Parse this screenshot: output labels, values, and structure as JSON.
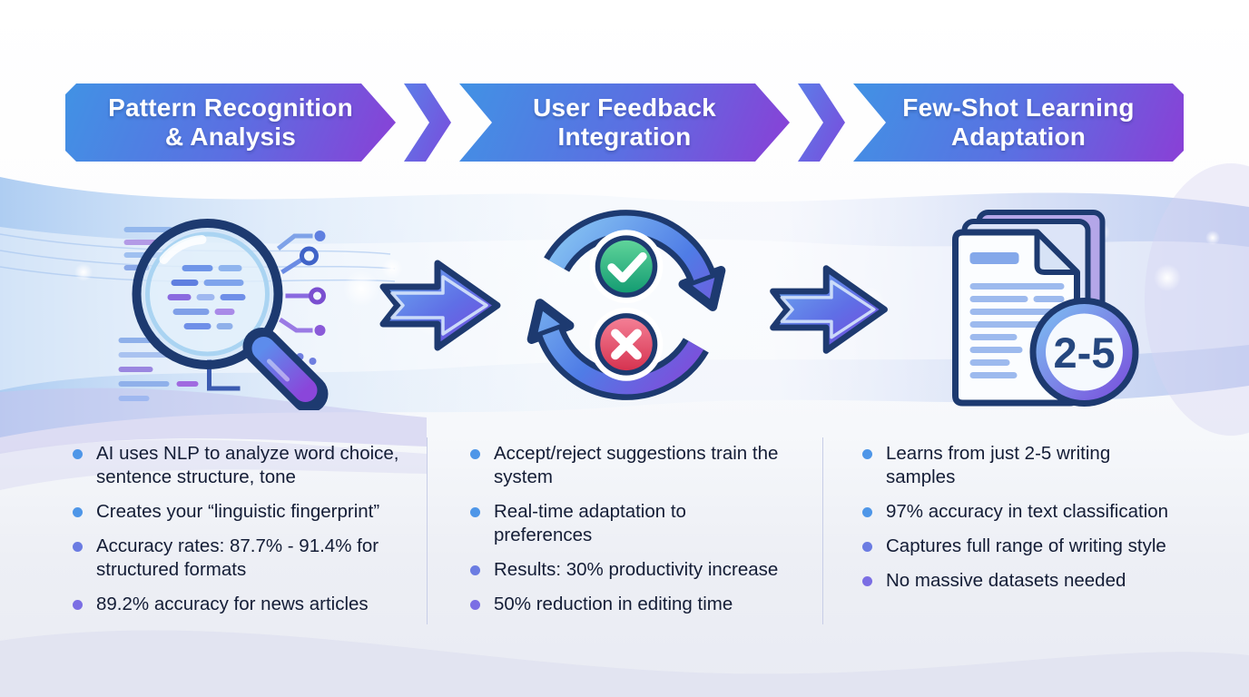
{
  "banner": {
    "steps": [
      {
        "line1": "Pattern Recognition",
        "line2": "& Analysis"
      },
      {
        "line1": "User Feedback",
        "line2": "Integration"
      },
      {
        "line1": "Few-Shot Learning",
        "line2": "Adaptation"
      }
    ]
  },
  "steps": [
    {
      "icon": "magnifier-nlp-analysis-icon",
      "bullets": [
        {
          "text": "AI uses NLP to analyze word choice, sentence structure, tone",
          "dot": "#4e96e8"
        },
        {
          "text": "Creates your “linguistic fingerprint”",
          "dot": "#4e96e8"
        },
        {
          "text": "Accuracy rates: 87.7% - 91.4% for structured formats",
          "dot": "#6b7ce2"
        },
        {
          "text": "89.2% accuracy for news articles",
          "dot": "#7b6ee4"
        }
      ]
    },
    {
      "icon": "accept-reject-feedback-loop-icon",
      "bullets": [
        {
          "text": "Accept/reject suggestions train the system",
          "dot": "#4e96e8"
        },
        {
          "text": "Real-time adaptation to preferences",
          "dot": "#4e96e8"
        },
        {
          "text": "Results: 30% productivity increase",
          "dot": "#6b7ce2"
        },
        {
          "text": "50% reduction in editing time",
          "dot": "#7b6ee4"
        }
      ]
    },
    {
      "icon": "document-samples-stack-icon",
      "badge": "2-5",
      "bullets": [
        {
          "text": "Learns from just 2-5 writing samples",
          "dot": "#4e96e8"
        },
        {
          "text": "97% accuracy in text classification",
          "dot": "#4e96e8"
        },
        {
          "text": "Captures full range of writing style",
          "dot": "#6b7ce2"
        },
        {
          "text": "No massive datasets needed",
          "dot": "#7b6ee4"
        }
      ]
    }
  ],
  "colors": {
    "banner_gradient_start": "#4192e4",
    "banner_gradient_end": "#8a3fd6",
    "outline_navy": "#1d3a70",
    "check_green": "#169c72",
    "cross_red": "#d63350",
    "text_dark": "#141d36",
    "divider": "#c7cde7"
  }
}
